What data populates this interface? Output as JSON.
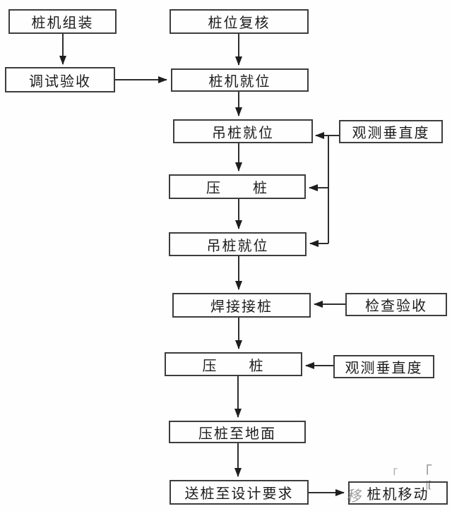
{
  "diagram": {
    "type": "flowchart",
    "language": "zh-CN",
    "background_color": "#fefefe",
    "line_color": "#2f2f2f",
    "box_border_color": "#3d3d3d",
    "text_color": "#1c1c1c",
    "nodes": [
      {
        "id": "pile-machine-assembly",
        "label": "桩机组装"
      },
      {
        "id": "pile-position-recheck",
        "label": "桩位复核"
      },
      {
        "id": "debug-acceptance",
        "label": "调试验收"
      },
      {
        "id": "pile-machine-in-place",
        "label": "桩机就位"
      },
      {
        "id": "hoist-pile-in-place-1",
        "label": "吊桩就位"
      },
      {
        "id": "observe-verticality-1",
        "label": "观测垂直度"
      },
      {
        "id": "press-pile-1",
        "label": "压　　桩"
      },
      {
        "id": "hoist-pile-in-place-2",
        "label": "吊桩就位"
      },
      {
        "id": "weld-pile-splice",
        "label": "焊接接桩"
      },
      {
        "id": "inspection-acceptance",
        "label": "检查验收"
      },
      {
        "id": "press-pile-2",
        "label": "压　　桩"
      },
      {
        "id": "observe-verticality-2",
        "label": "观测垂直度"
      },
      {
        "id": "press-pile-to-ground",
        "label": "压桩至地面"
      },
      {
        "id": "drive-pile-to-design",
        "label": "送桩至设计要求"
      },
      {
        "id": "pile-machine-move",
        "label": "桩机移动"
      }
    ],
    "edges": [
      "桩机组装→调试验收",
      "桩位复核→桩机就位",
      "调试验收→桩机就位",
      "桩机就位→吊桩就位",
      "吊桩就位→压桩",
      "压桩→吊桩就位(二)",
      "吊桩就位(二)→焊接接桩",
      "焊接接桩→压桩(二)",
      "压桩(二)→压桩至地面",
      "压桩至地面→送桩至设计要求",
      "送桩至设计要求→桩机移动",
      "观测垂直度→吊桩就位/压桩/吊桩就位(二)",
      "检查验收→焊接接桩",
      "观测垂直度(二)→压桩(二)"
    ],
    "watermark": {
      "glyph_before": "移",
      "corner_small": "「",
      "corner_large": "「",
      "tail": "|[",
      "color": "#9a9a9a"
    }
  }
}
